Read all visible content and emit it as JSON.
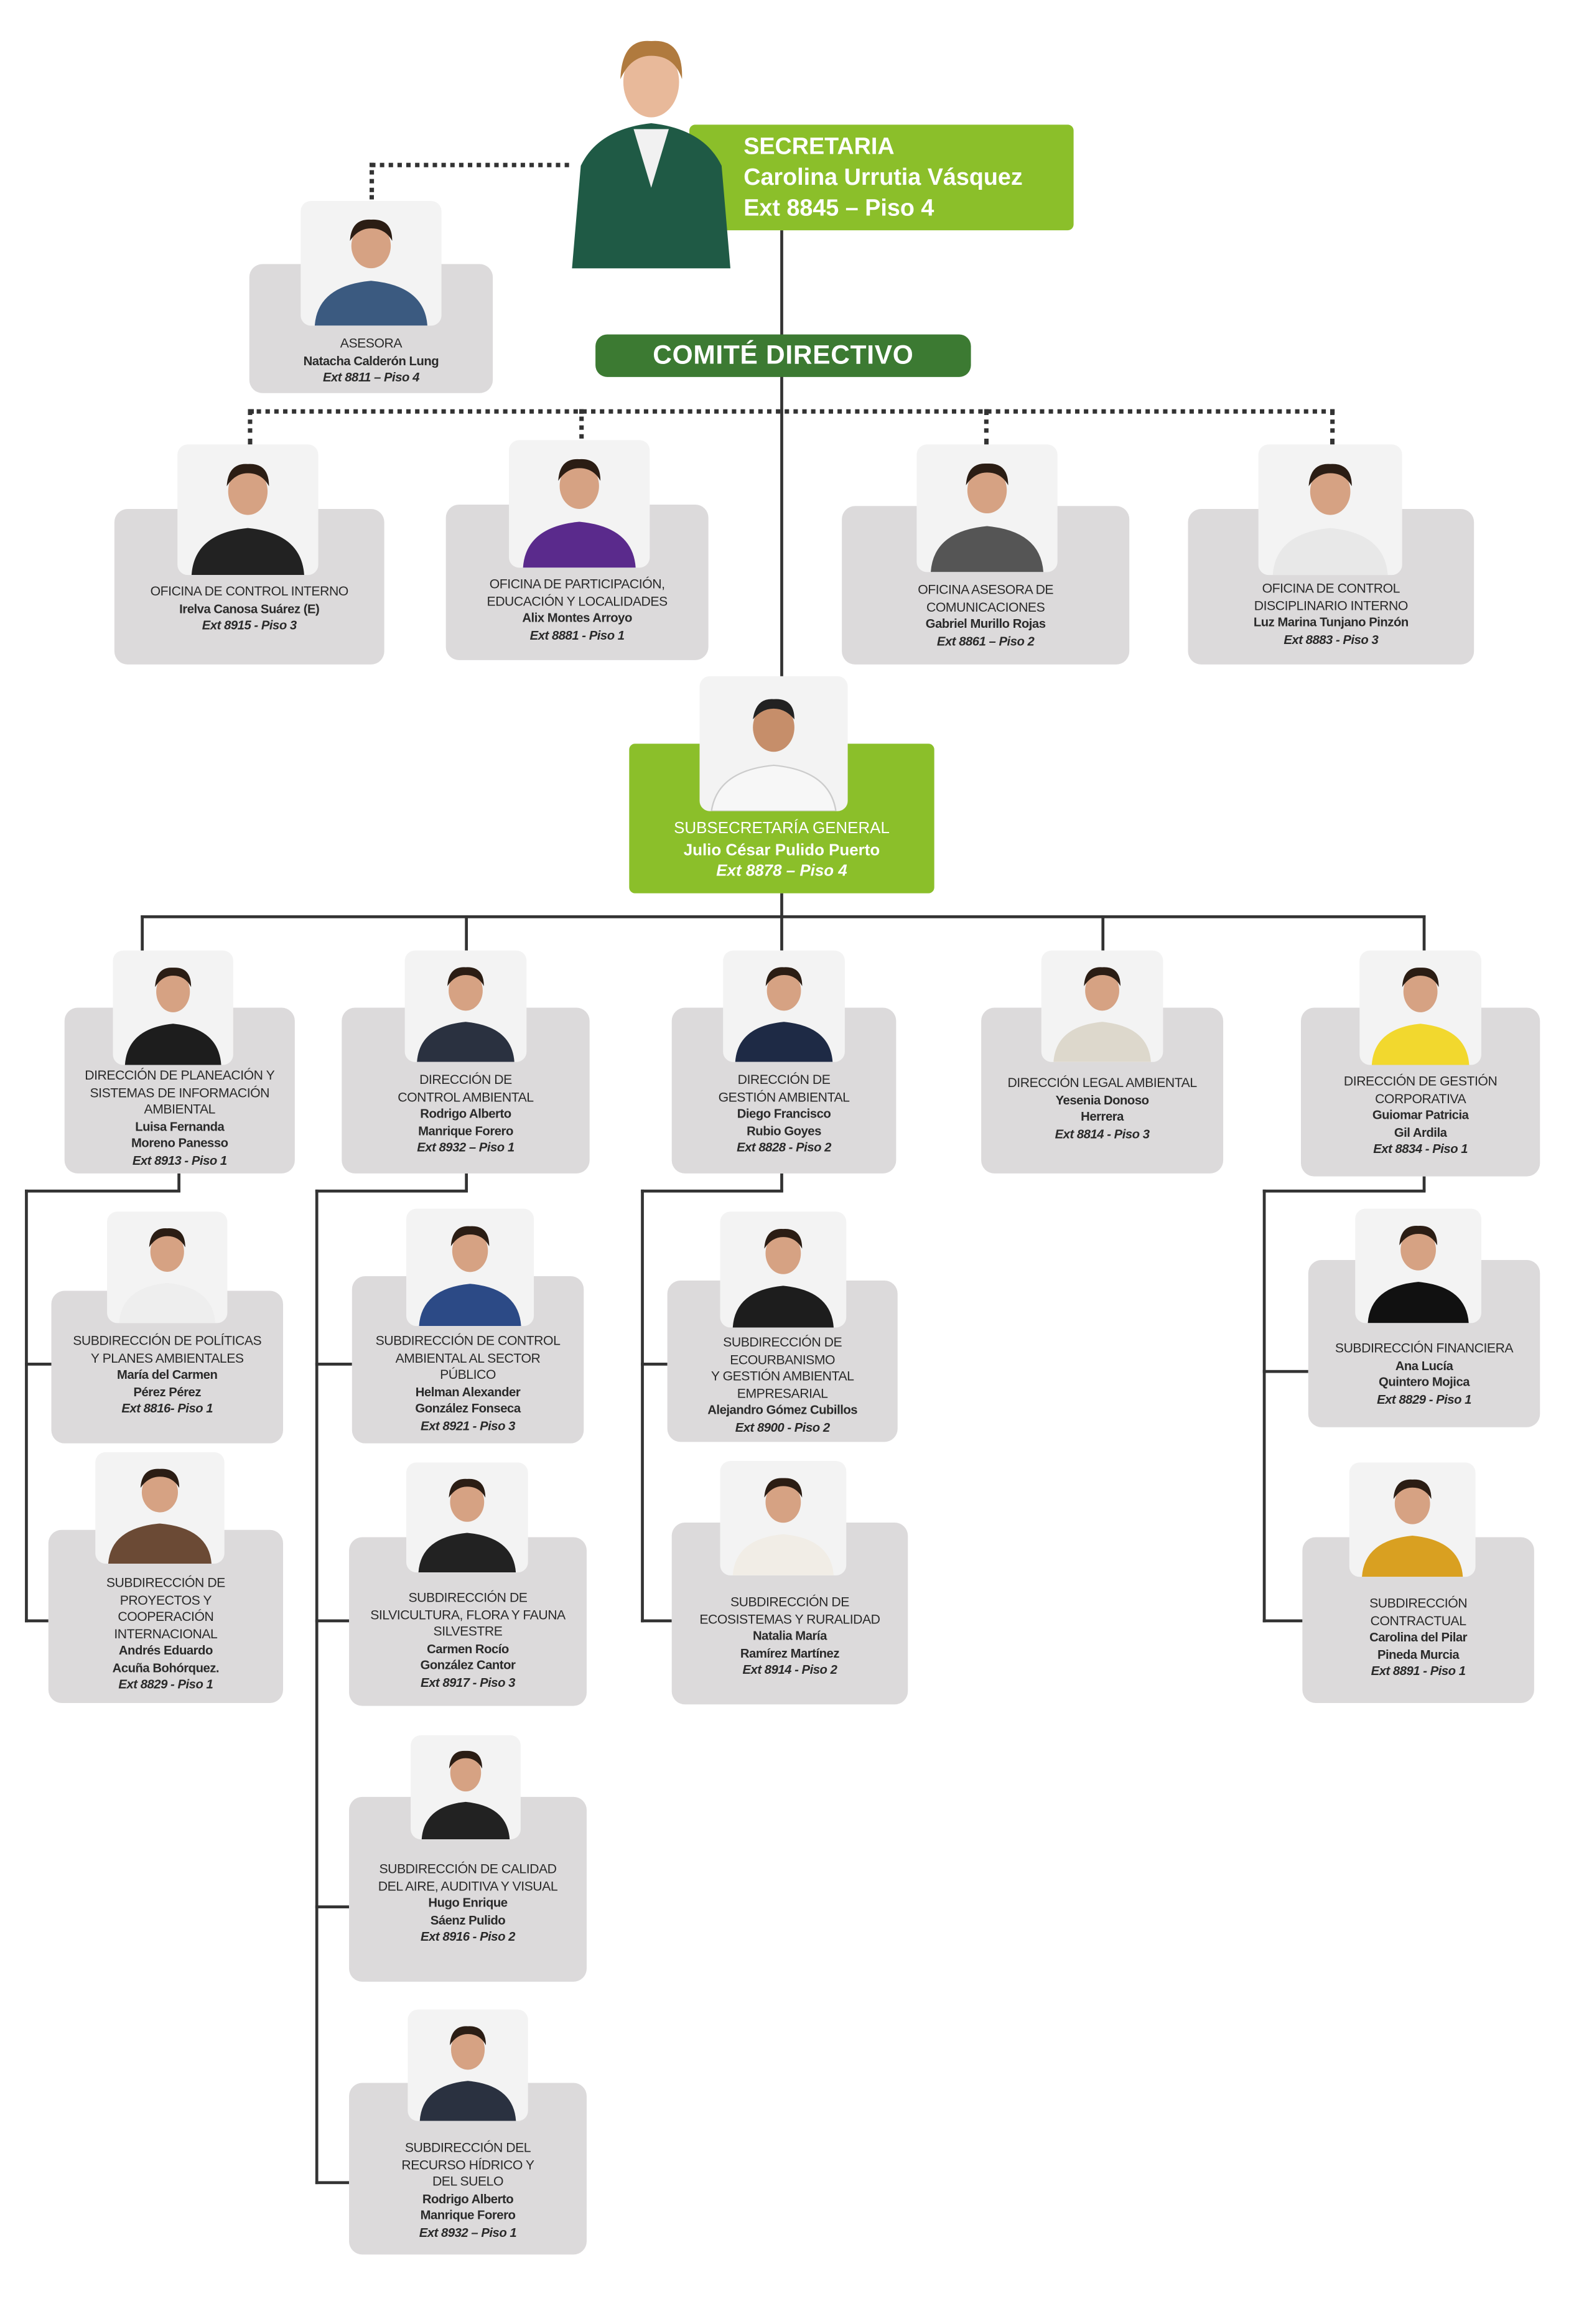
{
  "secretaria": {
    "title": "SECRETARIA",
    "name": "Carolina Urrutia Vásquez",
    "ext": "Ext 8845 – Piso 4"
  },
  "comite": {
    "label": "COMITÉ DIRECTIVO"
  },
  "subsecretaria": {
    "title": "SUBSECRETARÍA GENERAL",
    "name": "Julio César Pulido Puerto",
    "ext": "Ext 8878 – Piso 4"
  },
  "colors": {
    "green": "#8bbf2a",
    "dark_green": "#3c7a32",
    "card_gray": "#dcdadb"
  },
  "cards": [
    {
      "id": "asesora",
      "title": [
        "ASESORA"
      ],
      "name": [
        "Natacha Calderón Lung"
      ],
      "ext": "Ext 8811 – Piso 4"
    },
    {
      "id": "control-interno",
      "title": [
        "OFICINA DE CONTROL INTERNO"
      ],
      "name": [
        "Irelva Canosa Suárez (E)"
      ],
      "ext": "Ext 8915 - Piso 3"
    },
    {
      "id": "participacion",
      "title": [
        "OFICINA DE PARTICIPACIÓN,",
        "EDUCACIÓN Y LOCALIDADES"
      ],
      "name": [
        "Alix Montes Arroyo"
      ],
      "ext": "Ext 8881 - Piso 1"
    },
    {
      "id": "comunicaciones",
      "title": [
        "OFICINA ASESORA DE",
        "COMUNICACIONES"
      ],
      "name": [
        "Gabriel Murillo Rojas"
      ],
      "ext": "Ext 8861 – Piso 2"
    },
    {
      "id": "disciplinario",
      "title": [
        "OFICINA DE CONTROL",
        "DISCIPLINARIO INTERNO"
      ],
      "name": [
        "Luz Marina Tunjano Pinzón"
      ],
      "ext": "Ext 8883 - Piso 3"
    },
    {
      "id": "planeacion",
      "title": [
        "DIRECCIÓN DE PLANEACIÓN Y",
        "SISTEMAS DE INFORMACIÓN",
        "AMBIENTAL"
      ],
      "name": [
        "Luisa Fernanda",
        "Moreno Panesso"
      ],
      "ext": "Ext  8913 - Piso 1"
    },
    {
      "id": "control-ambiental",
      "title": [
        "DIRECCIÓN DE",
        "CONTROL AMBIENTAL"
      ],
      "name": [
        "Rodrigo Alberto",
        "Manrique Forero"
      ],
      "ext": "Ext 8932 – Piso 1"
    },
    {
      "id": "gestion-ambiental",
      "title": [
        "DIRECCIÓN DE",
        "GESTIÓN AMBIENTAL"
      ],
      "name": [
        "Diego Francisco",
        "Rubio Goyes"
      ],
      "ext": "Ext 8828 - Piso 2"
    },
    {
      "id": "legal",
      "title": [
        "DIRECCIÓN LEGAL AMBIENTAL"
      ],
      "name": [
        "Yesenia Donoso",
        "Herrera"
      ],
      "ext": "Ext 8814 - Piso 3"
    },
    {
      "id": "corporativa",
      "title": [
        "DIRECCIÓN DE GESTIÓN",
        "CORPORATIVA"
      ],
      "name": [
        "Guiomar Patricia",
        "Gil Ardila"
      ],
      "ext": "Ext 8834 - Piso 1"
    },
    {
      "id": "politicas",
      "title": [
        "SUBDIRECCIÓN DE POLÍTICAS",
        "Y PLANES AMBIENTALES"
      ],
      "name": [
        "María del Carmen",
        "Pérez Pérez"
      ],
      "ext": "Ext 8816- Piso 1"
    },
    {
      "id": "proyectos",
      "title": [
        "SUBDIRECCIÓN DE",
        "PROYECTOS Y",
        "COOPERACIÓN",
        "INTERNACIONAL"
      ],
      "name": [
        "Andrés Eduardo",
        "Acuña Bohórquez."
      ],
      "ext": "Ext 8829 - Piso 1"
    },
    {
      "id": "sector-publico",
      "title": [
        "SUBDIRECCIÓN DE CONTROL",
        "AMBIENTAL AL SECTOR",
        "PÚBLICO"
      ],
      "name": [
        "Helman Alexander",
        "González Fonseca"
      ],
      "ext": "Ext 8921 - Piso 3"
    },
    {
      "id": "silvicultura",
      "title": [
        "SUBDIRECCIÓN DE",
        "SILVICULTURA, FLORA Y FAUNA",
        "SILVESTRE"
      ],
      "name": [
        "Carmen Rocío",
        "González Cantor"
      ],
      "ext": "Ext 8917 - Piso 3"
    },
    {
      "id": "calidad-aire",
      "title": [
        "SUBDIRECCIÓN DE CALIDAD",
        "DEL AIRE, AUDITIVA Y VISUAL"
      ],
      "name": [
        "Hugo Enrique",
        "Sáenz Pulido"
      ],
      "ext": "Ext 8916 - Piso 2"
    },
    {
      "id": "recurso-hidrico",
      "title": [
        "SUBDIRECCIÓN DEL",
        "RECURSO HÍDRICO Y",
        "DEL SUELO"
      ],
      "name": [
        "Rodrigo Alberto",
        "Manrique Forero"
      ],
      "ext": "Ext 8932 – Piso 1"
    },
    {
      "id": "ecourbanismo",
      "title": [
        "SUBDIRECCIÓN DE",
        "ECOURBANISMO",
        "Y GESTIÓN AMBIENTAL",
        "EMPRESARIAL"
      ],
      "name": [
        "Alejandro Gómez Cubillos"
      ],
      "ext": "Ext 8900 - Piso 2"
    },
    {
      "id": "ecosistemas",
      "title": [
        "SUBDIRECCIÓN DE",
        "ECOSISTEMAS Y RURALIDAD"
      ],
      "name": [
        "Natalia María",
        "Ramírez Martínez"
      ],
      "ext": "Ext 8914 - Piso 2"
    },
    {
      "id": "financiera",
      "title": [
        "SUBDIRECCIÓN FINANCIERA"
      ],
      "name": [
        "Ana Lucía",
        "Quintero Mojica"
      ],
      "ext": "Ext 8829 - Piso 1"
    },
    {
      "id": "contractual",
      "title": [
        "SUBDIRECCIÓN",
        "CONTRACTUAL"
      ],
      "name": [
        "Carolina del Pilar",
        "Pineda Murcia"
      ],
      "ext": "Ext 8891 - Piso 1"
    }
  ]
}
